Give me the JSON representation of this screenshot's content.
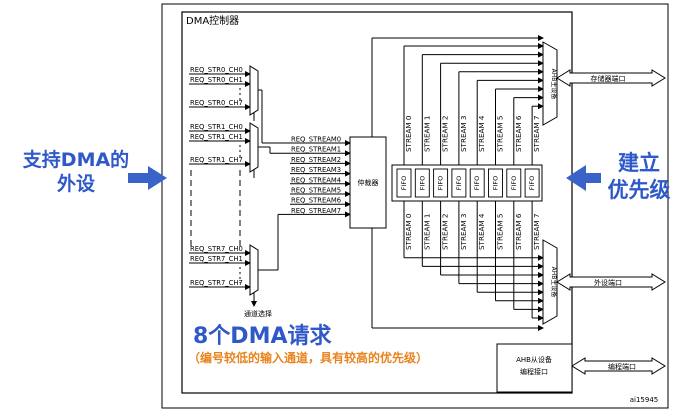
{
  "diagram": {
    "controller_title": "DMA控制器",
    "arbiter": "仲裁器",
    "channel_select": "通道选择",
    "ahb_master_top": "AHB主设备",
    "ahb_master_bottom": "AHB主设备",
    "memory_port": "存储器端口",
    "peripheral_port": "外设端口",
    "slave_box": [
      "AHB从设备",
      "编程接口"
    ],
    "program_port": "编程端口",
    "figure_id": "ai15945",
    "request_lines": [
      "REQ_STR0_CH0",
      "REQ_STR0_CH1",
      "REQ_STR0_CH7",
      "REQ_STR1_CH0",
      "REQ_STR1_CH1",
      "REQ_STR1_CH7",
      "REQ_STR7_CH0",
      "REQ_STR7_CH1",
      "REQ_STR7_CH7"
    ],
    "streams": [
      "REQ_STREAM0",
      "REQ_STREAM1",
      "REQ_STREAM2",
      "REQ_STREAM3",
      "REQ_STREAM4",
      "REQ_STREAM5",
      "REQ_STREAM6",
      "REQ_STREAM7"
    ],
    "stream_labels": [
      "STREAM 0",
      "STREAM 1",
      "STREAM 2",
      "STREAM 3",
      "STREAM 4",
      "STREAM 5",
      "STREAM 6",
      "STREAM 7"
    ],
    "fifo": "FIFO"
  },
  "annotations": {
    "left_title": [
      "支持DMA的",
      "外设"
    ],
    "right_title": [
      "建立",
      "优先级"
    ],
    "requests_title": "8个DMA请求",
    "requests_note": "（编号较低的输入通道，具有较高的优先级）"
  },
  "colors": {
    "blue_text": "#2f58c8",
    "orange_text": "#e8831e",
    "arrow_blue": "#3a63c9"
  }
}
